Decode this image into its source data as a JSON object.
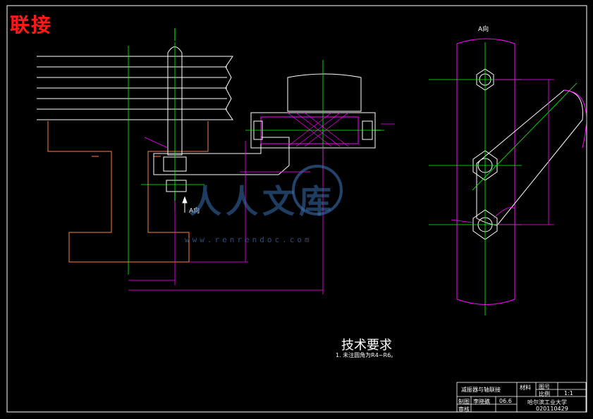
{
  "stamp": "联接",
  "view_label_top": "A向",
  "view_label_arrow": "A向",
  "tech": {
    "title": "技术要求",
    "note": "1. 未注圆角为R4~R6。"
  },
  "watermark": {
    "text": "人人文库",
    "url": "www.renrendoc.com"
  },
  "title_block": {
    "drawing_name": "减振器与轴联接",
    "material_label": "材料",
    "drawing_no_label": "图号",
    "scale_label": "比例",
    "scale_value": "1:1",
    "drawn_label": "制图",
    "drawn_name": "李晓礁",
    "drawn_date": "06.6",
    "checked_label": "审核",
    "school": "哈尔滨工业大学",
    "student_no": "020110429"
  },
  "colors": {
    "background": "#000000",
    "outline": "#ffffff",
    "centerline": "#00ff00",
    "dimension": "#ff00ff",
    "hidden": "#ff8040",
    "stamp": "#ff1a1a"
  }
}
